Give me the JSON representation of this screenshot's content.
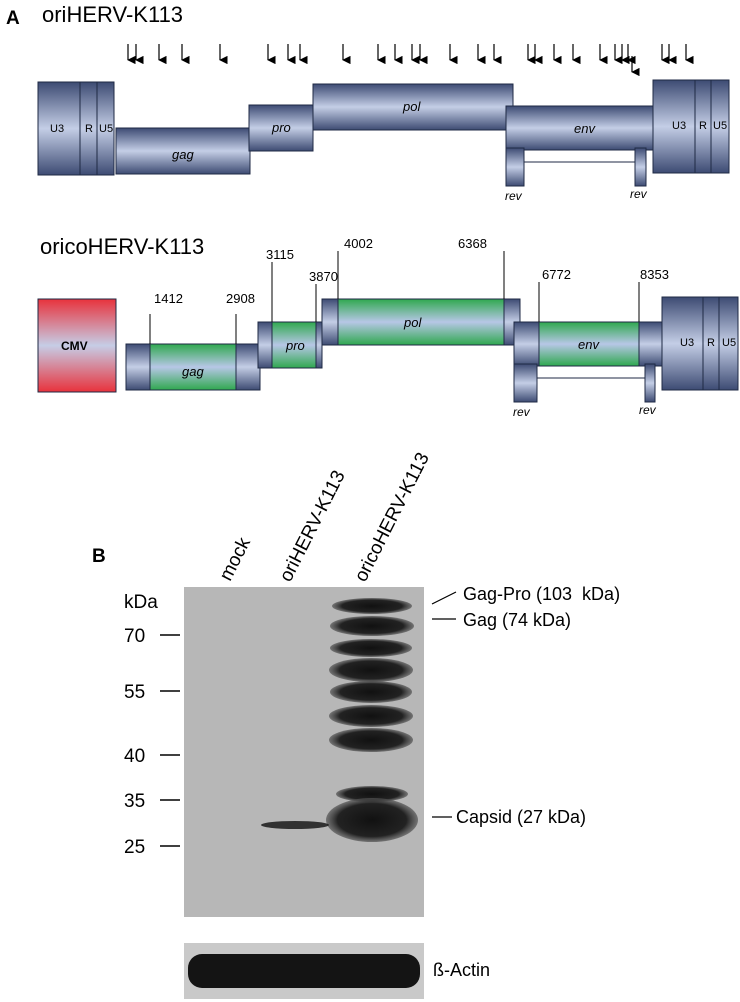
{
  "panelA": {
    "letter": "A",
    "top_title": "oriHERV-K113",
    "bottom_title": "oricoHERV-K113",
    "ltr_labels": [
      "U3",
      "R",
      "U5"
    ],
    "genes": {
      "gag": "gag",
      "pro": "pro",
      "pol": "pol",
      "env": "env",
      "rev": "rev"
    },
    "cmv": "CMV",
    "positions": [
      "1412",
      "2908",
      "3115",
      "3870",
      "4002",
      "6368",
      "6772",
      "8353"
    ]
  },
  "panelB": {
    "letter": "B",
    "lanes": [
      "mock",
      "oriHERV-K113",
      "oricoHERV-K113"
    ],
    "kda_label": "kDa",
    "markers": [
      "70",
      "55",
      "40",
      "35",
      "25"
    ],
    "bands": [
      "Gag-Pro (103  kDa)",
      "Gag (74 kDa)",
      "Capsid (27 kDa)"
    ],
    "loading_control": "ß-Actin"
  },
  "colors": {
    "box_dark": "#3d4b73",
    "box_light": "#c4cee6",
    "codon_green": "#2fa84f",
    "cmv_red": "#e8323c",
    "blot_bg": "#b7b7b7"
  }
}
